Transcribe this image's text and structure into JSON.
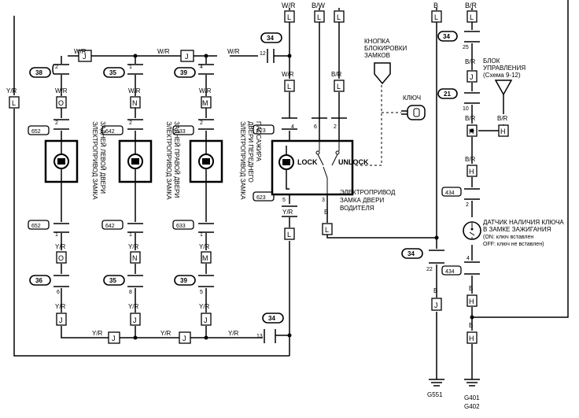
{
  "top_wires": [
    "W/R",
    "B/W",
    "B",
    "B/R"
  ],
  "wire_colors": {
    "wr": "W/R",
    "yr": "Y/R",
    "b": "B",
    "br": "B/R",
    "bw": "B/W"
  },
  "connectors": {
    "c34": "34",
    "c38": "38",
    "c35": "35",
    "c39": "39",
    "c36": "36",
    "c21": "21",
    "c434": "434",
    "c652": "652",
    "c642": "642",
    "c633": "633",
    "c623": "623"
  },
  "terminals": {
    "j": "J",
    "l": "L",
    "o": "O",
    "n": "N",
    "m": "M",
    "h": "H"
  },
  "pins": {
    "p1": "1",
    "p2": "2",
    "p3": "3",
    "p4": "4",
    "p5": "5",
    "p6": "6",
    "p8": "8",
    "p10": "10",
    "p12": "12",
    "p13": "13",
    "p22": "22",
    "p25": "25"
  },
  "components": {
    "rear_left": [
      "ЭЛЕКТРОПРИВОД ЗАМКА",
      "ЗАДНЕЙ ЛЕВОЙ ДВЕРИ"
    ],
    "rear_right": [
      "ЭЛЕКТРОПРИВОД ЗАМКА",
      "ЗАДНЕЙ ПРАВОЙ ДВЕРИ"
    ],
    "front_pass": [
      "ЭЛЕКТРОПРИВОД ЗАМКА",
      "ДВЕРИ ПЕРЕДНЕГО",
      "ПАССАЖИРА"
    ],
    "driver": [
      "ЭЛЕКТРОПРИВОД",
      "ЗАМКА ДВЕРИ",
      "ВОДИТЕЛЯ"
    ],
    "lock_button": [
      "КНОПКА",
      "БЛОКИРОВКИ",
      "ЗАМКОВ"
    ],
    "key": "КЛЮЧ",
    "control_unit": [
      "БЛОК",
      "УПРАВЛЕНИЯ",
      "(Схема 9-12)"
    ],
    "key_sensor": [
      "ДАТЧИК НАЛИЧИЯ КЛЮЧА",
      "В ЗАМКЕ ЗАЖИГАНИЯ",
      "(ON: ключ вставлен",
      "OFF: ключ не вставлен)"
    ]
  },
  "switch_labels": {
    "lock": "LOCK",
    "unlock": "UNLOCK"
  },
  "grounds": {
    "g551": "G551",
    "g401": "G401",
    "g402": "G402"
  }
}
